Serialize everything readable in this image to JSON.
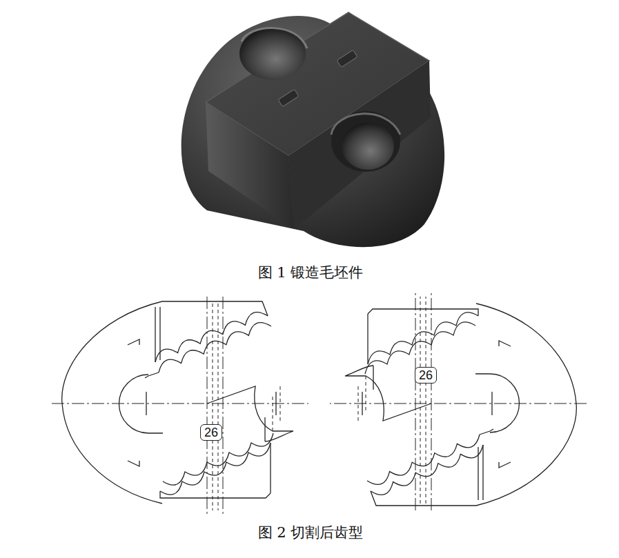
{
  "diagram": {
    "nodes": [
      {
        "text": [
          "26"
        ]
      },
      {
        "text": [
          "26"
        ]
      }
    ],
    "labels": [
      "图 1 锻造毛坯件",
      "图 2 切割后齿型"
    ]
  }
}
